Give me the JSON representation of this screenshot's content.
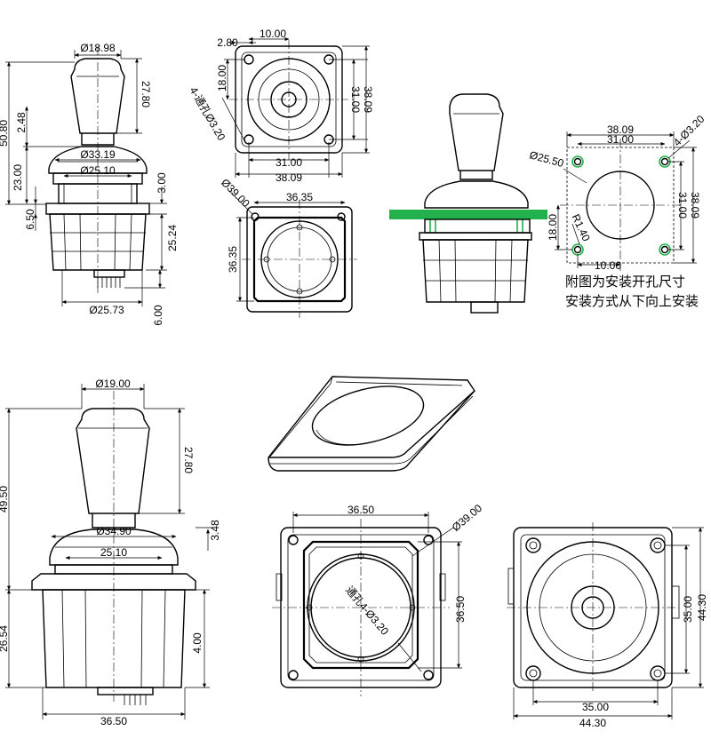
{
  "views": {
    "side_view_top_left": {
      "dims": [
        "Ø18.98",
        "27.80",
        "50.80",
        "2.48",
        "23.00",
        "Ø33.19",
        "Ø25.10",
        "3.00",
        "6.50",
        "25.24",
        "Ø25.73",
        "6.00"
      ]
    },
    "top_view_square": {
      "dims": [
        "2.80",
        "10.00",
        "18.00",
        "4-通孔Ø3.20",
        "31.00",
        "38.09",
        "31.00",
        "38.09"
      ]
    },
    "bottom_view_square": {
      "dims": [
        "36.35",
        "Ø39.00",
        "36.35"
      ]
    },
    "panel_mount_view": {
      "panel_color": "#22b14c"
    },
    "cutout_drawing": {
      "dims": [
        "38.09",
        "31.00",
        "4-Ø3.20",
        "Ø25.50",
        "31.00",
        "38.09",
        "18.00",
        "R1.40",
        "10.00"
      ],
      "note_lines": [
        "附图为安装开孔尺寸",
        "安装方式从下向上安装"
      ]
    },
    "side_view_bottom_left": {
      "dims": [
        "Ø19.00",
        "27.80",
        "49.50",
        "3.48",
        "Ø34.90",
        "25.10",
        "26.54",
        "4.00",
        "36.50"
      ]
    },
    "front_view_bottom_mid": {
      "dims": [
        "36.50",
        "Ø39.00",
        "通孔4-Ø3.20",
        "36.50"
      ]
    },
    "rear_view_bottom_right": {
      "dims": [
        "35.00",
        "44.30",
        "35.00",
        "44.30"
      ]
    }
  }
}
